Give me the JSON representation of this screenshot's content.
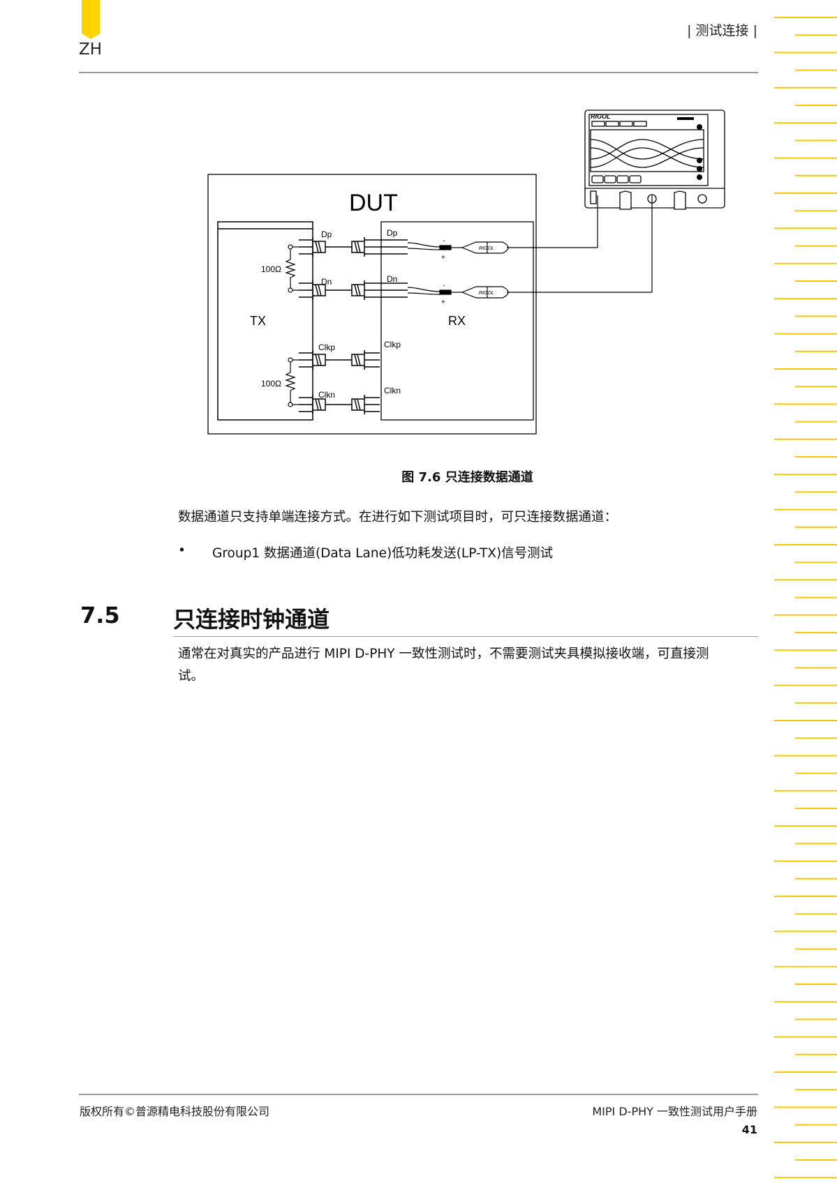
{
  "header": {
    "lang": "ZH",
    "title": "| 测试连接 |"
  },
  "figure": {
    "dut_label": "DUT",
    "tx_label": "TX",
    "rx_label": "RX",
    "resistor_1": "100Ω",
    "resistor_2": "100Ω",
    "tx_pins": [
      "Dp",
      "Dn",
      "Clkp",
      "Clkn"
    ],
    "rx_pins": [
      "Dp",
      "Dn",
      "Clkp",
      "Clkn"
    ],
    "probe_brand_1": "RIGOL",
    "probe_brand_2": "RIGOL",
    "scope_brand": "RIGOL",
    "minus_1": "-",
    "plus_1": "+",
    "minus_2": "-",
    "plus_2": "+",
    "caption": "图 7.6 只连接数据通道"
  },
  "body": {
    "para1": "数据通道只支持单端连接方式。在进行如下测试项目时，可只连接数据通道：",
    "bullet_symbol": "•",
    "bullet1": "Group1 数据通道(Data Lane)低功耗发送(LP-TX)信号测试",
    "section_number": "7.5",
    "section_title": "只连接时钟通道",
    "para2_line1": "通常在对真实的产品进行 MIPI D-PHY 一致性测试时，不需要测试夹具模拟接收端，可直接测",
    "para2_line2": "试。"
  },
  "footer": {
    "copyright": "版权所有©普源精电科技股份有限公司",
    "manual": "MIPI D-PHY 一致性测试用户手册",
    "page": "41"
  },
  "colors": {
    "accent": "#ffd400",
    "rule": "#9b9b9b"
  }
}
